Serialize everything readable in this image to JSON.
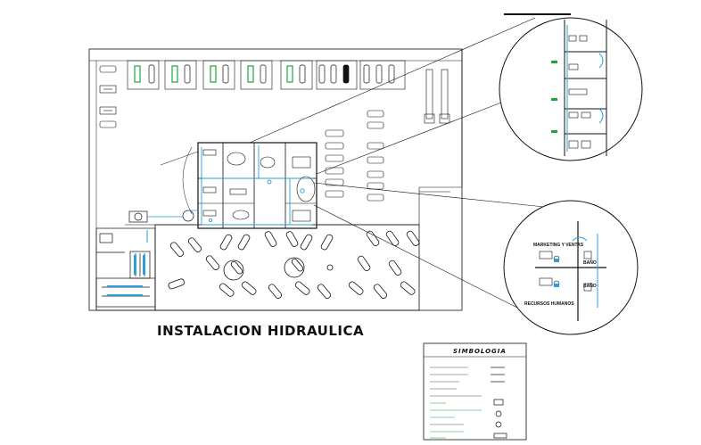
{
  "drawing": {
    "title": "INSTALACION HIDRAULICA",
    "colors": {
      "line": "#111111",
      "water": "#2a9fd8",
      "green": "#18a83a",
      "background": "#ffffff"
    }
  },
  "detail_lower": {
    "room_labels": [
      "MARKETING Y VENTAS",
      "RECURSOS HUMANOS"
    ],
    "bath_labels": [
      "BAÑO",
      "BAÑO"
    ]
  },
  "legend": {
    "title": "SIMBOLOGIA"
  }
}
